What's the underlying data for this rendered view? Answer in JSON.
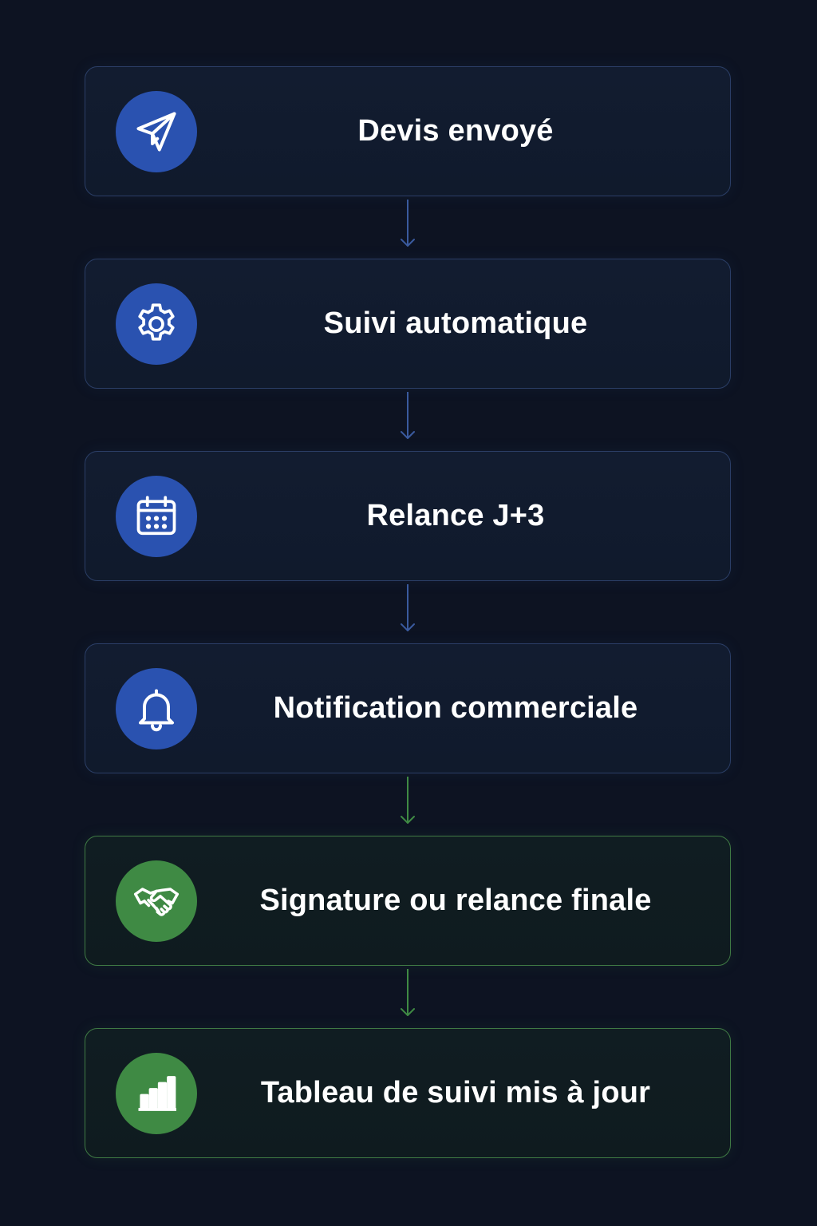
{
  "steps": [
    {
      "label": "Devis envoyé",
      "icon": "send-icon",
      "color": "#2a52b0"
    },
    {
      "label": "Suivi automatique",
      "icon": "gear-icon",
      "color": "#2a52b0"
    },
    {
      "label": "Relance J+3",
      "icon": "calendar-icon",
      "color": "#2a52b0"
    },
    {
      "label": "Notification commerciale",
      "icon": "bell-icon",
      "color": "#2a52b0"
    },
    {
      "label": "Signature ou relance finale",
      "icon": "handshake-icon",
      "color": "#3f8a44"
    },
    {
      "label": "Tableau de suivi mis à jour",
      "icon": "bar-chart-icon",
      "color": "#3f8a44"
    }
  ],
  "colors": {
    "background": "#0d1322",
    "blue_border": "#2b3e66",
    "green_border": "#3f7a44",
    "blue_arrow": "#3a5a9e",
    "green_arrow": "#3f8a44"
  }
}
